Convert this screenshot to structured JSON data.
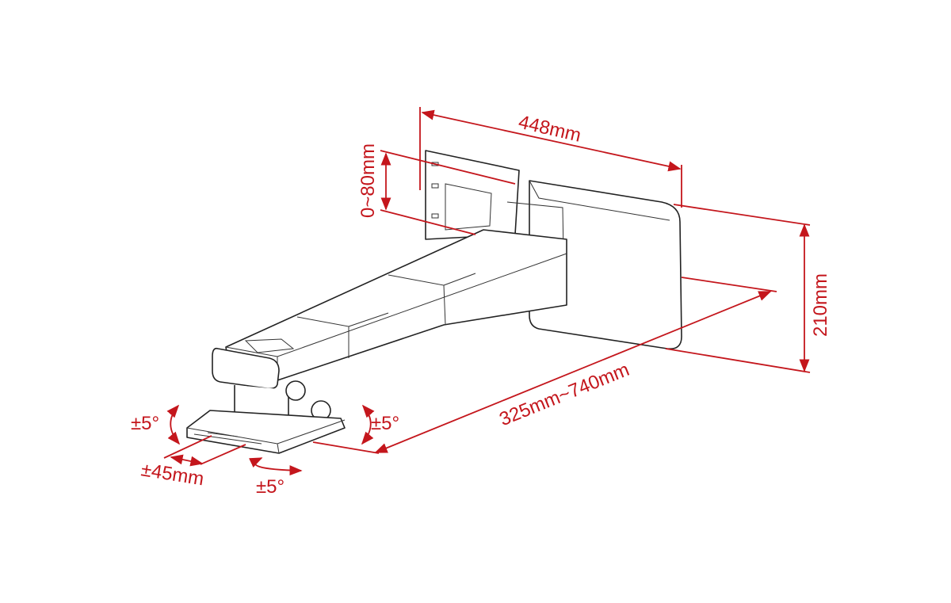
{
  "title": "Projector wall mount dimension drawing",
  "accent_color": "#c4161c",
  "dimensions": {
    "width": "448mm",
    "vertical_adjust": "0~80mm",
    "height": "210mm",
    "extension": "325mm~740mm",
    "tilt": "±5°",
    "swivel": "±5°",
    "roll": "±5°",
    "shift": "±45mm"
  }
}
